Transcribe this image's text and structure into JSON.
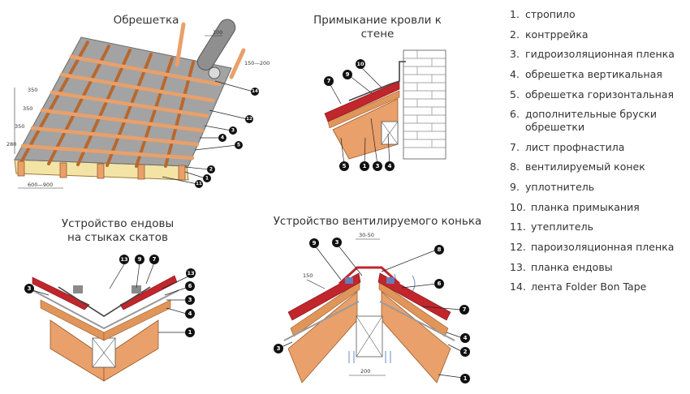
{
  "titles": {
    "lathing": "Обрешетка",
    "wall_junction_line1": "Примыкание кровли к",
    "wall_junction_line2": "стене",
    "valley_line1": "Устройство ендовы",
    "valley_line2": "на стыках скатов",
    "ridge": "Устройство вентилируемого конька"
  },
  "legend": [
    {
      "num": "1.",
      "text": "стропило"
    },
    {
      "num": "2.",
      "text": "контррейка"
    },
    {
      "num": "3.",
      "text": "гидроизоляционная пленка"
    },
    {
      "num": "4.",
      "text": "обрешетка вертикальная"
    },
    {
      "num": "5.",
      "text": "обрешетка горизонтальная"
    },
    {
      "num": "6.",
      "text": "дополнительные бруски",
      "text2": "обрешетки"
    },
    {
      "num": "7.",
      "text": "лист профнастила"
    },
    {
      "num": "8.",
      "text": "вентилируемый конек"
    },
    {
      "num": "9.",
      "text": "уплотнитель"
    },
    {
      "num": "10.",
      "text": "планка примыкания"
    },
    {
      "num": "11.",
      "text": "утеплитель"
    },
    {
      "num": "12.",
      "text": "пароизоляционная пленка"
    },
    {
      "num": "13.",
      "text": "планка ендовы"
    },
    {
      "num": "14.",
      "text": "лента Folder Bon Tape"
    }
  ],
  "dimensions": {
    "d100": "100",
    "d150_200": "150—200",
    "d350a": "350",
    "d350b": "350",
    "d350c": "350",
    "d280": "280",
    "d600_900": "600—900",
    "d150": "150",
    "d30_50": "30-50",
    "d200": "200"
  },
  "callouts": {
    "lathing": [
      "14",
      "12",
      "3",
      "4",
      "5",
      "2",
      "1",
      "11"
    ],
    "wall": [
      "10",
      "9",
      "7",
      "5",
      "1",
      "3",
      "4"
    ],
    "valley": [
      "13",
      "9",
      "7",
      "13",
      "6",
      "3",
      "3",
      "4",
      "1"
    ],
    "ridge": [
      "9",
      "3",
      "8",
      "6",
      "7",
      "4",
      "2",
      "1",
      "3"
    ]
  },
  "colors": {
    "wood": "#e9a06a",
    "wood_dark": "#c8763e",
    "roof_red": "#c0262c",
    "membrane": "#9a9a9a",
    "insulation": "#f3e4a6",
    "brick_line": "#777777"
  }
}
